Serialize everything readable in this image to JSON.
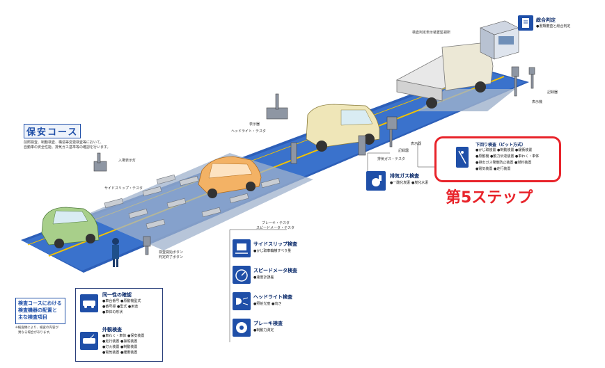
{
  "course": {
    "title": "保安コース",
    "desc_line1": "前照検査、制動検査、構造等変更検査等において、",
    "desc_line2": "自動車の安全性能、排気ガス基準等の確認を行います。"
  },
  "legend": {
    "line1": "検査コースにおける",
    "line2": "検査機器の配置と",
    "line3": "主な検査項目",
    "note1": "※検査類により、検査の内容が",
    "note2": "異なる場合があります。"
  },
  "overall": {
    "title": "総合判定",
    "item": "●書類審査と総合判定"
  },
  "labels": {
    "top_booth": "検査判定表示装置監視所",
    "top_right1": "記録器",
    "top_right2": "表示機",
    "headlight_display": "表示器",
    "headlight_tester": "ヘッドライト・テスタ",
    "entrance": "入場表示灯",
    "side_slip_tester": "サイドスリップ・テスタ",
    "exhaust_tester": "排気ガス・テスタ",
    "recorder": "記録器",
    "display2": "表示器",
    "brake_tester": "ブレーキ・テスタ",
    "speed_tester": "スピードメータ・テスタ",
    "push_button1": "検査開始ボタン",
    "push_button2": "判定終了ボタン"
  },
  "pit": {
    "title": "下回り検査（ピット方式）",
    "row1": "●かじ取装置 ●制動装置 ●緩衝装置",
    "row2": "●原動機 ●動力伝達装置 ●車わく・車体",
    "row3": "●排出ガス発散防止装置 ●燃料装置",
    "row4": "●電気装置 ●走行装置"
  },
  "step": {
    "label": "第5ステップ"
  },
  "exhaust": {
    "title": "排気ガス検査",
    "item": "●一酸化炭素 ●炭化水素"
  },
  "checks": [
    {
      "title": "サイドスリップ検査",
      "item": "●かじ取車輪横すべり量"
    },
    {
      "title": "スピードメータ検査",
      "item": "●速度計誤差"
    },
    {
      "title": "ヘッドライト検査",
      "item": "●照射光度 ●向き"
    },
    {
      "title": "ブレーキ検査",
      "item": "●制動力測定"
    }
  ],
  "identity": {
    "title": "同一性の確認",
    "row1": "●車台番号 ●原動機型式",
    "row2": "●番号標 ●型式 ●用途",
    "row3": "●車体の形状"
  },
  "exterior": {
    "title": "外観検査",
    "row1": "●車わく・車体 ●保安装置",
    "row2": "●走行装置 ●操縦装置",
    "row3": "●灯火装置 ●制動装置",
    "row4": "●電気装置 ●緩衝装置"
  },
  "colors": {
    "accent": "#1f4fa8",
    "highlight": "#e8232a",
    "lane": "#2d5fb8",
    "yellow": "#f2c200"
  }
}
